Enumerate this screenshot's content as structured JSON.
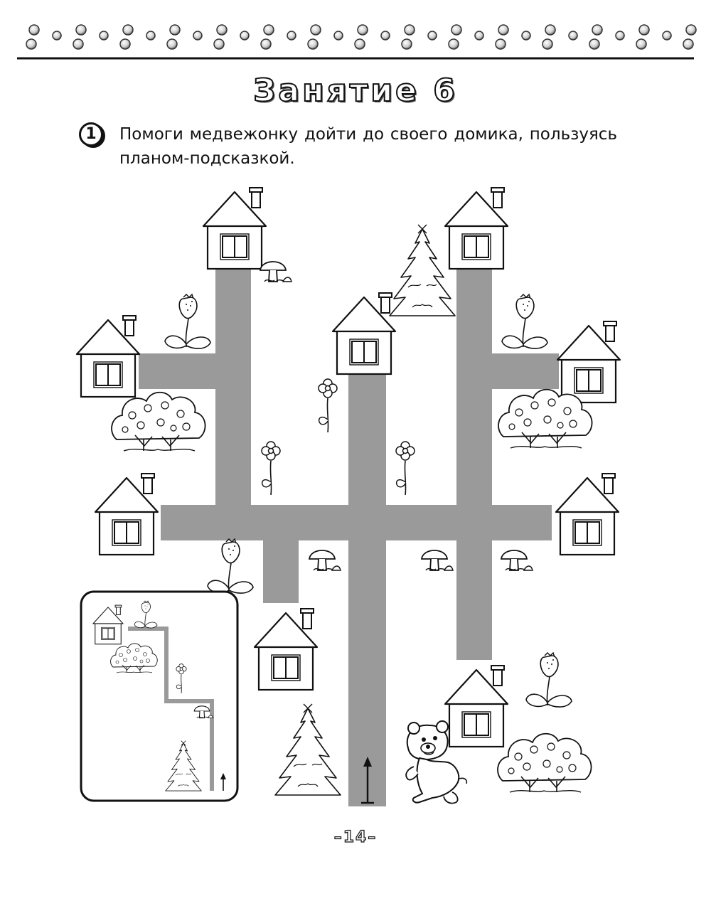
{
  "lesson": {
    "title": "Занятие 6"
  },
  "task": {
    "number": "1",
    "text": "Помоги медвежонку дойти до своего домика, пользуясь планом-подсказкой."
  },
  "footer": {
    "page_number": "–14–"
  },
  "colors": {
    "road": "#9a9a9a",
    "ink": "#111111",
    "paper": "#ffffff"
  }
}
